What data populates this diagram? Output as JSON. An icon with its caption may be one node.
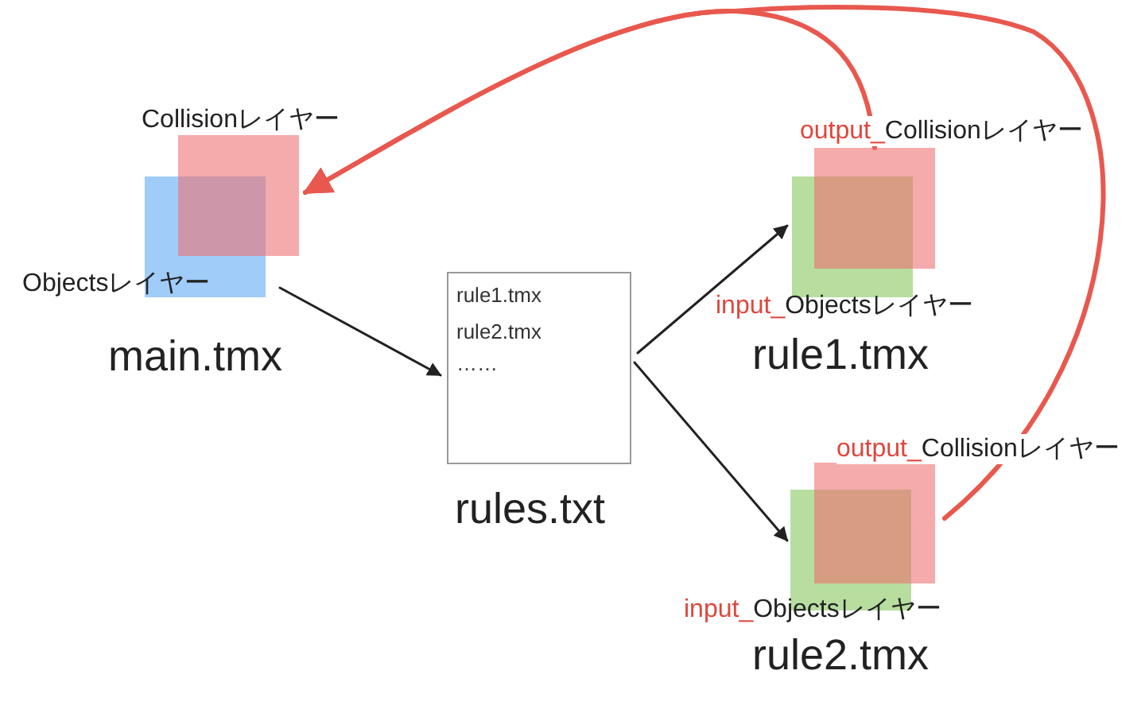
{
  "diagram": {
    "nodes": [
      {
        "text": [
          "Objectsレイヤー"
        ],
        "beside": [
          "main.tmx"
        ]
      },
      {
        "text": [
          "Collisionレイヤー"
        ]
      },
      {
        "text": [
          "rule1.tmx",
          "rule2.tmx",
          "……"
        ],
        "beside": [
          "rules.txt"
        ]
      },
      {
        "text": [
          "input_",
          "Objectsレイヤー"
        ],
        "beside": [
          "rule1.tmx"
        ]
      },
      {
        "text": [
          "output_",
          "Collisionレイヤー"
        ]
      },
      {
        "text": [
          "input_",
          "Objectsレイヤー"
        ],
        "beside": [
          "rule2.tmx"
        ]
      },
      {
        "text": [
          "output_",
          "Collisionレイヤー"
        ]
      }
    ],
    "edges": [
      {
        "from": 0,
        "to": 2,
        "arrow": "to"
      },
      {
        "from": 2,
        "to": 3,
        "arrow": "to"
      },
      {
        "from": 2,
        "to": 5,
        "arrow": "to"
      },
      {
        "from": 4,
        "to": 1,
        "arrow": "to",
        "style": "thick",
        "color": "#e8584e"
      },
      {
        "from": 6,
        "to": 1,
        "arrow": "to",
        "style": "thick",
        "color": "#e8584e"
      }
    ]
  }
}
